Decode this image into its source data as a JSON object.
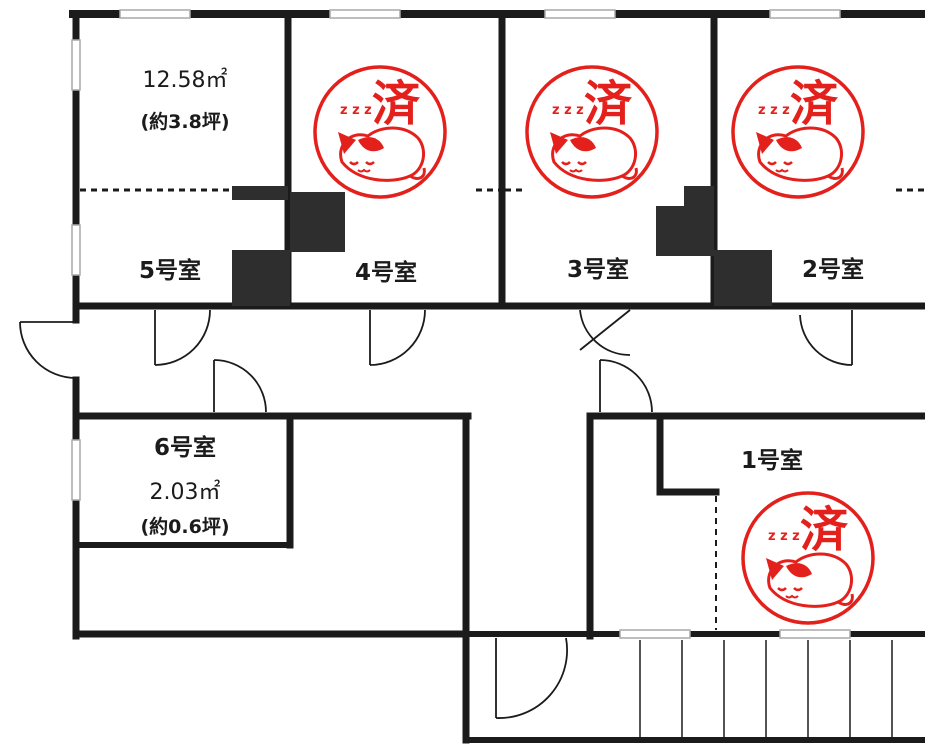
{
  "rooms": {
    "room5": {
      "name": "5号室",
      "area": "12.58㎡",
      "tsubo": "(約3.8坪)"
    },
    "room4": {
      "name": "4号室"
    },
    "room3": {
      "name": "3号室"
    },
    "room2": {
      "name": "2号室"
    },
    "room1": {
      "name": "1号室"
    },
    "room6": {
      "name": "6号室",
      "area": "2.03㎡",
      "tsubo": "(約0.6坪)"
    }
  },
  "stamps": {
    "room4": {
      "text": "済",
      "icon": "sleeping-cat-stamp",
      "marks": "z z z"
    },
    "room3": {
      "text": "済",
      "icon": "sleeping-cat-stamp",
      "marks": "z z z"
    },
    "room2": {
      "text": "済",
      "icon": "sleeping-cat-stamp",
      "marks": "z z z"
    },
    "room1": {
      "text": "済",
      "icon": "sleeping-cat-stamp",
      "marks": "z z z"
    }
  },
  "colors": {
    "wall": "#1b1b1b",
    "fixture": "#2e2e2e",
    "stamp": "#e3201b",
    "window": "#a9a9a9"
  }
}
